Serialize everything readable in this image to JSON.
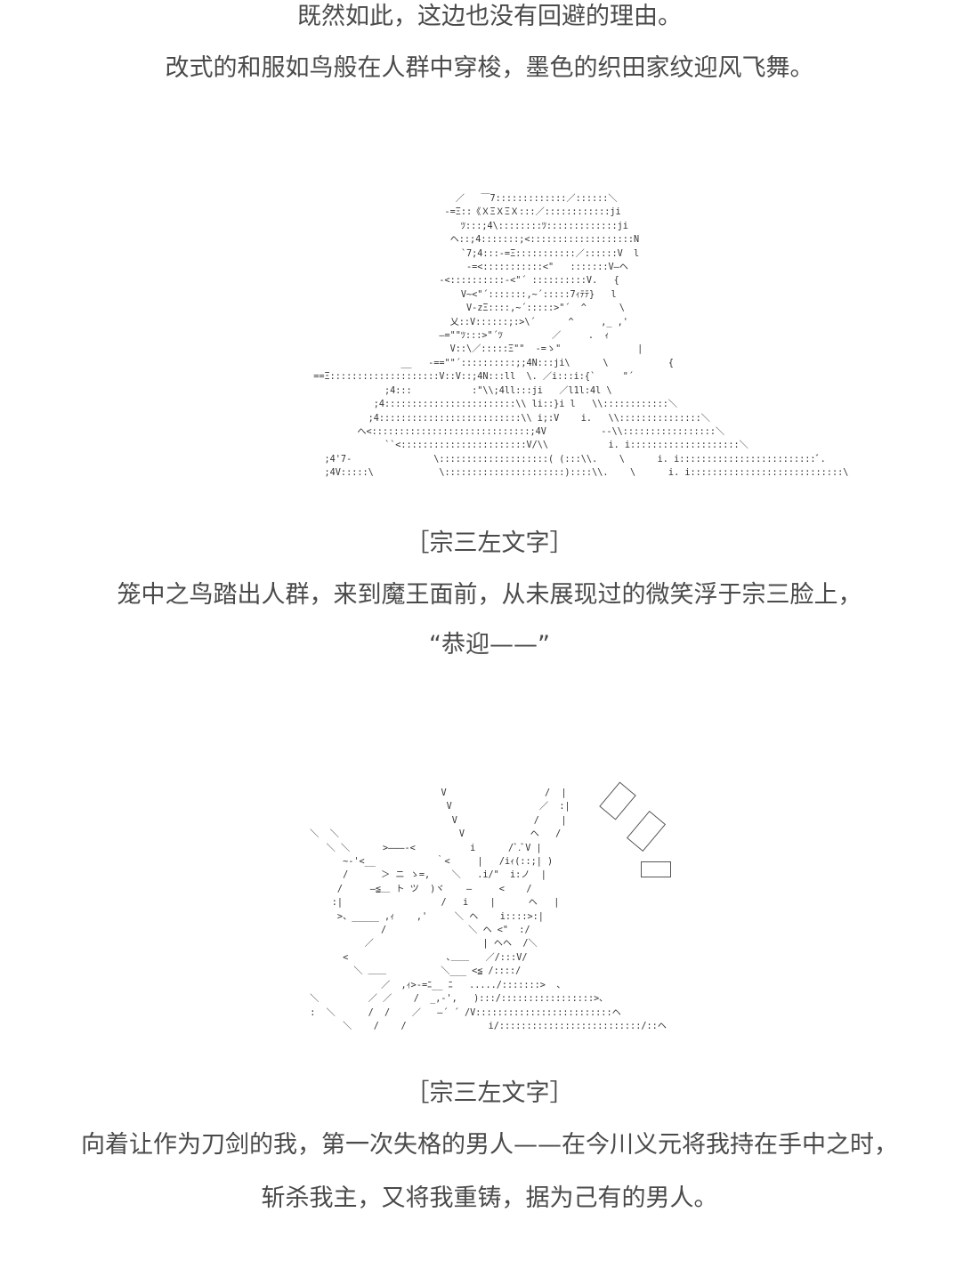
{
  "paragraph_1": {
    "line_1": "既然如此，这边也没有回避的理由。",
    "line_2": "改式的和服如鸟般在人群中穿梭，墨色的织田家纹迎风飞舞。"
  },
  "art_1": {
    "lines": [
      "                            ／   ￣7:::::::::::::／::::::＼",
      "                          -=Ξ::《ＸΞＸΞＸ:::／::::::::::::ji",
      "                             ﾂ:::;4\\::::::::ﾂ:::::::::::::ji",
      "                           ヘ::;4:::::::;<:::::::::::::::::::N",
      "                             `7;4:::-=Ξ:::::::::::／::::::V  l",
      "                              -=<:::::::::::<\"   :::::::V―ヘ",
      "                         -<::::::::::-<\"´ ::::::::::V.   {",
      "                             V~<\"´:::::::,~´:::::7ｨﾃﾃ}   l",
      "                              V-zΞ::::,~´:::::>\"´  ^      \\",
      "                           乂::V::::::;:>\\´      ^     ,_ ,'",
      "                         ―=\"\"ﾂ:::>\"´ﾂ         ／     .  ｨ",
      "                           V::\\／:::::Ξ\"\"  -=ゝ\"              |",
      "                  __   -==\"\"´::::::::::;;4N:::ji\\      \\           {",
      "  ==Ξ::::::::::::::::::::V::V::;4N:::ll  \\. ／i:::i:{`     \"´",
      "               ;4:::           :\"\\\\;4ll:::ji   ／l1l:4l \\",
      "             ;4::::::::::::::::::::::::\\\\ li::}i l   \\\\::::::::::::＼",
      "            ;4::::::::::::::::::::::::::\\\\ i;:V    i.   \\\\:::::::::::::::＼",
      "          へ<:::::::::::::::::::::::::::::;4V          --\\\\:::::::::::::::::＼",
      "               ``<:::::::::::::::::::::::V/\\\\           i. i::::::::::::::::::::＼",
      "    ;4'7-               \\::::::::::::::::::::( (:::\\\\.    \\      i. i:::::::::::::::::::::::::ﾞ.",
      "    ;4V:::::\\            \\::::::::::::::::::::::)::::\\\\.    \\      i. i::::::::::::::::::::::::::::\\"
    ]
  },
  "caption_1": "［宗三左文字］",
  "paragraph_2": {
    "line_1": "笼中之鸟踏出人群，来到魔王面前，从未展现过的微笑浮于宗三脸上，",
    "line_2": "“恭迎——”"
  },
  "art_2": {
    "lines": [
      "                          V                  /  |",
      "                           V                ／  :|",
      "                            V              /    |",
      "  ＼  ＼                      V            ヘ   /",
      "     ＼ ＼      >―――-<          i      /ﾞ.ﾞV |",
      "        ~-'<__           ｀<     |   /iｨ(::;| )",
      "        /      ＞ ニ ゝ=,    ＼   .i/\"  i:ノ  |",
      "       /     ―≦＿ ト ツ  )ヾ    ―     <    /",
      "      :|                  /   i    |      ヘ   |",
      "       >、_____ ,ｨ    ,'     ＼ ヘ    i::::>:|",
      "               /               ＼ ヘ <\"  :/",
      "            ／                    | ヘヘ  /＼",
      "        <                  ､＿＿   ／/:::V/",
      "          ＼ ＿＿          ＼___ <≦ /::::/",
      "               ／  ,ｨ>‐=ﾆ__ ﾆ   ...../:::::::>  、",
      "  ＼         ／ ／    /  _,-',   ):::/:::::::::::::::::>､",
      "  :  ＼      /  /    ／   ―´ ´ /V:::::::::::::::::::::::::ヘ",
      "        ＼    /    /               i/::::::::::::::::::::::::::/::ヘ"
    ]
  },
  "caption_2": "［宗三左文字］",
  "paragraph_3": {
    "line_1": "向着让作为刀剑的我，第一次失格的男人——在今川义元将我持在手中之时，",
    "line_2": "斩杀我主，又将我重铸，据为己有的男人。"
  }
}
